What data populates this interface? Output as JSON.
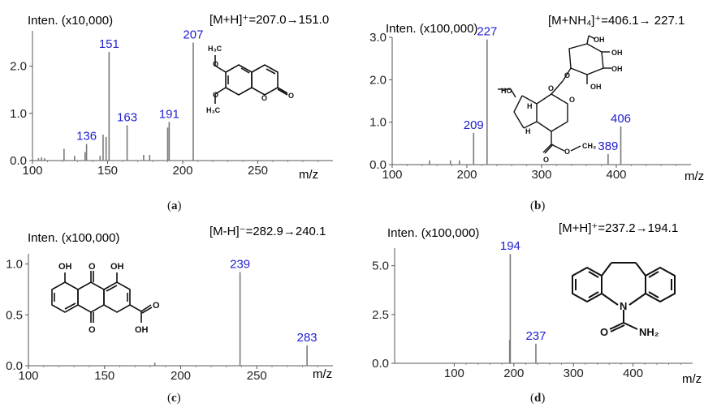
{
  "chart_data": [
    {
      "type": "bar",
      "id": "a",
      "caption": "a",
      "ylabel": "Inten. (x10,000)",
      "xlabel": "m/z",
      "transition": "[M+H]⁺=207.0→151.0",
      "xlim": [
        100,
        300
      ],
      "ylim": [
        0,
        2.75
      ],
      "xticks": [
        100,
        150,
        200,
        250
      ],
      "yticks": [
        0.0,
        1.0,
        2.0
      ],
      "peaks": [
        {
          "x": 104,
          "y": 0.05
        },
        {
          "x": 106,
          "y": 0.07
        },
        {
          "x": 108,
          "y": 0.05
        },
        {
          "x": 121,
          "y": 0.25
        },
        {
          "x": 128,
          "y": 0.1
        },
        {
          "x": 135,
          "y": 0.18
        },
        {
          "x": 136,
          "y": 0.35,
          "label": "136"
        },
        {
          "x": 145,
          "y": 0.1
        },
        {
          "x": 147,
          "y": 0.55
        },
        {
          "x": 149,
          "y": 0.5
        },
        {
          "x": 151,
          "y": 2.3,
          "label": "151"
        },
        {
          "x": 163,
          "y": 0.75,
          "label": "163"
        },
        {
          "x": 174,
          "y": 0.12
        },
        {
          "x": 178,
          "y": 0.12
        },
        {
          "x": 190,
          "y": 0.7
        },
        {
          "x": 191,
          "y": 0.82,
          "label": "191"
        },
        {
          "x": 207,
          "y": 2.5,
          "label": "207"
        }
      ]
    },
    {
      "type": "bar",
      "id": "b",
      "caption": "b",
      "ylabel": "Inten. (x100,000)",
      "xlabel": "m/z",
      "transition": "[M+NH₄]⁺=406.1→ 227.1",
      "xlim": [
        100,
        500
      ],
      "ylim": [
        0,
        3.0
      ],
      "xticks": [
        100,
        200,
        300,
        400
      ],
      "yticks": [
        0.0,
        1.0,
        2.0,
        3.0
      ],
      "ytick_labels": [
        "0.0",
        "1.0",
        "2.0",
        "3.0"
      ],
      "peaks": [
        {
          "x": 150,
          "y": 0.1
        },
        {
          "x": 178,
          "y": 0.1
        },
        {
          "x": 190,
          "y": 0.1
        },
        {
          "x": 209,
          "y": 0.75,
          "label": "209"
        },
        {
          "x": 227,
          "y": 2.95,
          "label": "227"
        },
        {
          "x": 389,
          "y": 0.25,
          "label": "389"
        },
        {
          "x": 406,
          "y": 0.9,
          "label": "406"
        }
      ]
    },
    {
      "type": "bar",
      "id": "c",
      "caption": "c",
      "ylabel": "Inten. (x100,000)",
      "xlabel": "m/z",
      "transition": "[M-H]⁻=282.9→240.1",
      "xlim": [
        100,
        300
      ],
      "ylim": [
        0,
        1.1
      ],
      "xticks": [
        100,
        150,
        200,
        250
      ],
      "yticks": [
        0.0,
        0.5,
        1.0
      ],
      "ytick_labels": [
        "0.0",
        "0.5",
        "1.0"
      ],
      "peaks": [
        {
          "x": 183,
          "y": 0.03
        },
        {
          "x": 239,
          "y": 0.92,
          "label": "239"
        },
        {
          "x": 283,
          "y": 0.2,
          "label": "283"
        }
      ]
    },
    {
      "type": "bar",
      "id": "d",
      "caption": "d",
      "ylabel": "Inten. (x100,000)",
      "xlabel": "m/z",
      "transition": "[M+H]⁺=237.2→194.1",
      "xlim": [
        0,
        500
      ],
      "ylim": [
        0,
        5.9
      ],
      "xticks": [
        100,
        200,
        300,
        400
      ],
      "yticks": [
        0.0,
        2.5,
        5.0
      ],
      "ytick_labels": [
        "0.0",
        "2.5",
        "5.0"
      ],
      "peaks": [
        {
          "x": 193,
          "y": 1.2
        },
        {
          "x": 194,
          "y": 5.6,
          "label": "194"
        },
        {
          "x": 237,
          "y": 1.0,
          "label": "237"
        }
      ]
    }
  ]
}
